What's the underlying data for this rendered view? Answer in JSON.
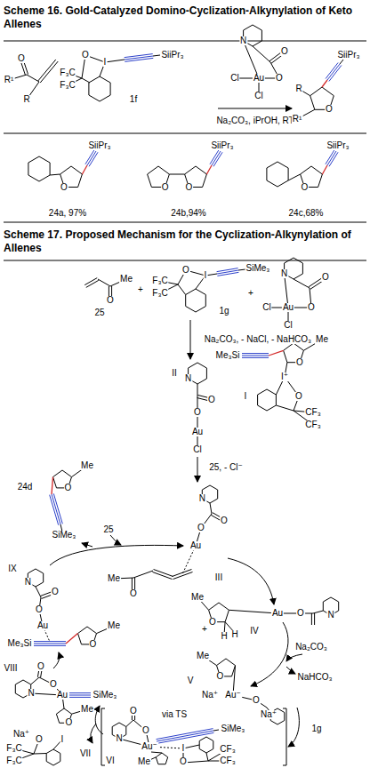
{
  "diagram": {
    "title": "Scheme 16. Gold-Catalyzed Domino-Cyclization-Alkynylation of Keto Allenes",
    "labels": [
      "Scheme 17. Proposed Mechanism for the Cyclization-Alkynylation of Allenes",
      "O",
      "R¹",
      "R",
      "+",
      "O",
      "I",
      "F₃C",
      "F₃C",
      "SiiPr₃",
      "1f",
      "N",
      "O",
      "Cl",
      "Au",
      "O",
      "Cl",
      "Na₂CO₃, iPrOH, RT",
      "SiiPr₃",
      "R",
      "R¹",
      "O",
      "SiiPr₃",
      "O",
      "24a, 97%",
      "SiiPr₃",
      "O",
      "O",
      "24b,94%",
      "SiiPr₃",
      "O",
      "24c,68%",
      "Me",
      "O",
      "25",
      "+",
      "F₃C",
      "F₃C",
      "O",
      "I",
      "SiMe₃",
      "1g",
      "+",
      "N",
      "O",
      "Cl",
      "Au",
      "O",
      "Cl",
      "Na₂CO₃, - NaCl, - NaHCO₃",
      "II",
      "N",
      "O",
      "O",
      "Au",
      "Cl",
      "Me₃Si",
      "Me",
      "O",
      "I⁺",
      "O",
      "CF₃",
      "CF₃",
      "I",
      "25, - Cl⁻",
      "N",
      "O",
      "O",
      "Au",
      "Me",
      "O",
      "III",
      "Me",
      "O",
      "24d",
      "SiMe₃",
      "25",
      "IX",
      "N",
      "O",
      "O",
      "Au",
      "Me₃Si",
      "Me",
      "O",
      "Me",
      "+",
      "O",
      "H",
      "H",
      "Au",
      "O",
      "N",
      "IV",
      "Na₂CO₃",
      "NaHCO₃",
      "Me",
      "O",
      "V",
      "Na⁺",
      "Au⁻",
      "O",
      "1g",
      "via TS",
      "Na⁺",
      "SiMe₃",
      "O",
      "N",
      "O",
      "Au⁻",
      "I",
      "O",
      "CF₃",
      "CF₃",
      "Me",
      "VI",
      "VIII",
      "N",
      "O",
      "O",
      "Au",
      "SiMe₃",
      "O",
      "Me",
      "Na⁺",
      "F₃C",
      "F₃C",
      "O",
      "I",
      "VII"
    ]
  }
}
